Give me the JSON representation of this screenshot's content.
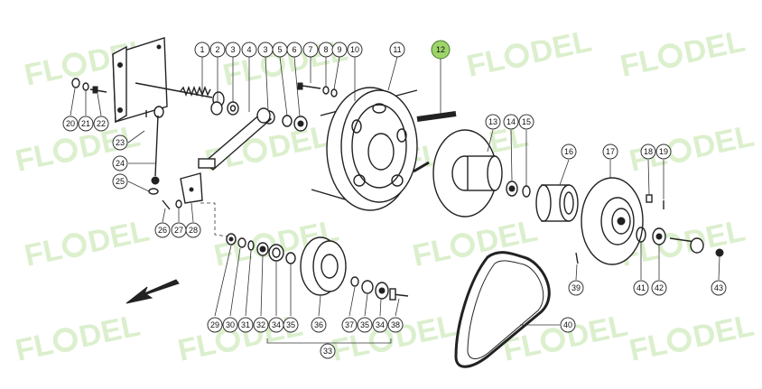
{
  "watermark": {
    "text_left": "FL",
    "text_right": "DEL",
    "color": "#bfe3a6"
  },
  "highlight_color": "#9ed46a",
  "callouts": [
    {
      "label": "1",
      "highlighted": false
    },
    {
      "label": "2",
      "highlighted": false
    },
    {
      "label": "3",
      "highlighted": false
    },
    {
      "label": "4",
      "highlighted": false
    },
    {
      "label": "3",
      "highlighted": false
    },
    {
      "label": "5",
      "highlighted": false
    },
    {
      "label": "6",
      "highlighted": false
    },
    {
      "label": "7",
      "highlighted": false
    },
    {
      "label": "8",
      "highlighted": false
    },
    {
      "label": "9",
      "highlighted": false
    },
    {
      "label": "10",
      "highlighted": false
    },
    {
      "label": "11",
      "highlighted": false
    },
    {
      "label": "12",
      "highlighted": true
    },
    {
      "label": "13",
      "highlighted": false
    },
    {
      "label": "14",
      "highlighted": false
    },
    {
      "label": "15",
      "highlighted": false
    },
    {
      "label": "16",
      "highlighted": false
    },
    {
      "label": "17",
      "highlighted": false
    },
    {
      "label": "18",
      "highlighted": false
    },
    {
      "label": "19",
      "highlighted": false
    },
    {
      "label": "20",
      "highlighted": false
    },
    {
      "label": "21",
      "highlighted": false
    },
    {
      "label": "22",
      "highlighted": false
    },
    {
      "label": "23",
      "highlighted": false
    },
    {
      "label": "24",
      "highlighted": false
    },
    {
      "label": "25",
      "highlighted": false
    },
    {
      "label": "26",
      "highlighted": false
    },
    {
      "label": "27",
      "highlighted": false
    },
    {
      "label": "28",
      "highlighted": false
    },
    {
      "label": "29",
      "highlighted": false
    },
    {
      "label": "30",
      "highlighted": false
    },
    {
      "label": "31",
      "highlighted": false
    },
    {
      "label": "32",
      "highlighted": false
    },
    {
      "label": "34",
      "highlighted": false
    },
    {
      "label": "35",
      "highlighted": false
    },
    {
      "label": "36",
      "highlighted": false
    },
    {
      "label": "37",
      "highlighted": false
    },
    {
      "label": "35",
      "highlighted": false
    },
    {
      "label": "34",
      "highlighted": false
    },
    {
      "label": "38",
      "highlighted": false
    },
    {
      "label": "33",
      "highlighted": false
    },
    {
      "label": "39",
      "highlighted": false
    },
    {
      "label": "40",
      "highlighted": false
    },
    {
      "label": "41",
      "highlighted": false
    },
    {
      "label": "42",
      "highlighted": false
    },
    {
      "label": "43",
      "highlighted": false
    }
  ]
}
